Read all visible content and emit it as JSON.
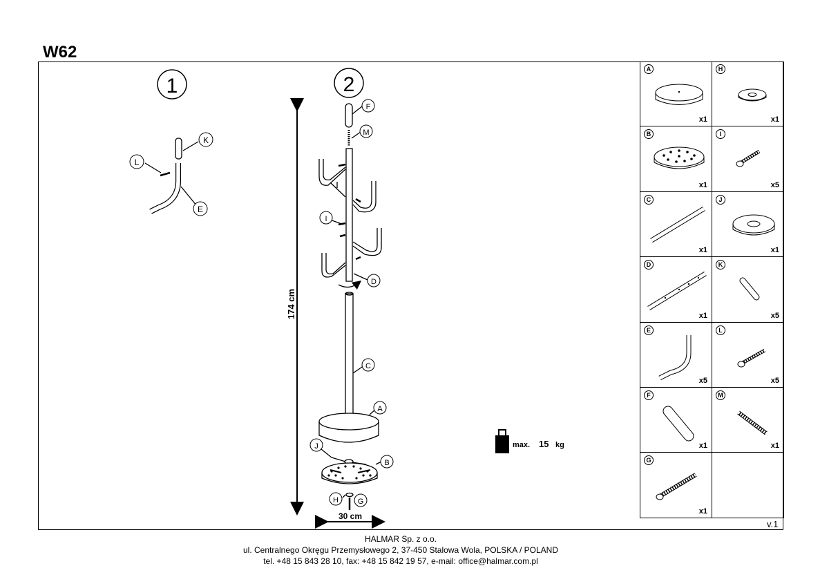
{
  "header": {
    "model": "W62"
  },
  "steps": [
    {
      "number": "1"
    },
    {
      "number": "2"
    }
  ],
  "callouts": {
    "step1": [
      "K",
      "L",
      "E"
    ],
    "step2": [
      "F",
      "M",
      "I",
      "D",
      "C",
      "A",
      "J",
      "B",
      "H",
      "G"
    ]
  },
  "dimensions": {
    "height": "174 cm",
    "width": "30 cm"
  },
  "load": {
    "label": "max.",
    "value": "15",
    "unit": "kg"
  },
  "parts": [
    {
      "id": "A",
      "qty": "x1"
    },
    {
      "id": "H",
      "qty": "x1"
    },
    {
      "id": "B",
      "qty": "x1"
    },
    {
      "id": "I",
      "qty": "x5"
    },
    {
      "id": "C",
      "qty": "x1"
    },
    {
      "id": "J",
      "qty": "x1"
    },
    {
      "id": "D",
      "qty": "x1"
    },
    {
      "id": "K",
      "qty": "x5"
    },
    {
      "id": "E",
      "qty": "x5"
    },
    {
      "id": "L",
      "qty": "x5"
    },
    {
      "id": "F",
      "qty": "x1"
    },
    {
      "id": "M",
      "qty": "x1"
    },
    {
      "id": "G",
      "qty": "x1"
    },
    {
      "id": "",
      "qty": ""
    }
  ],
  "version": "v.1",
  "footer": {
    "company": "HALMAR Sp. z o.o.",
    "address": "ul. Centralnego Okręgu Przemysłowego 2, 37-450 Stalowa Wola, POLSKA / POLAND",
    "contact": "tel. +48 15 843 28 10, fax: +48 15 842 19 57, e-mail: office@halmar.com.pl"
  }
}
